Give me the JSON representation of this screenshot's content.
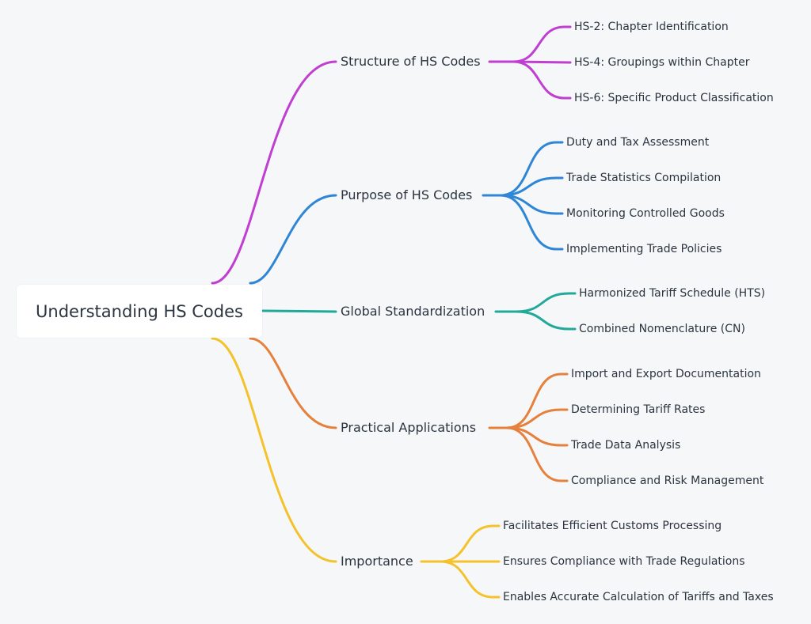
{
  "root": {
    "label": "Understanding HS Codes"
  },
  "branches": [
    {
      "label": "Structure of HS Codes",
      "color": "#c03fd1",
      "children": [
        "HS-2: Chapter Identification",
        "HS-4: Groupings within Chapter",
        "HS-6: Specific Product Classification"
      ]
    },
    {
      "label": "Purpose of HS Codes",
      "color": "#2f86d6",
      "children": [
        "Duty and Tax Assessment",
        "Trade Statistics Compilation",
        "Monitoring Controlled Goods",
        "Implementing Trade Policies"
      ]
    },
    {
      "label": "Global Standardization",
      "color": "#21a99a",
      "children": [
        "Harmonized Tariff Schedule (HTS)",
        "Combined Nomenclature (CN)"
      ]
    },
    {
      "label": "Practical Applications",
      "color": "#e5813d",
      "children": [
        "Import and Export Documentation",
        "Determining Tariff Rates",
        "Trade Data Analysis",
        "Compliance and Risk Management"
      ]
    },
    {
      "label": "Importance",
      "color": "#f4c22b",
      "children": [
        "Facilitates Efficient Customs Processing",
        "Ensures Compliance with Trade Regulations",
        "Enables Accurate Calculation of Tariffs and Taxes"
      ]
    }
  ]
}
